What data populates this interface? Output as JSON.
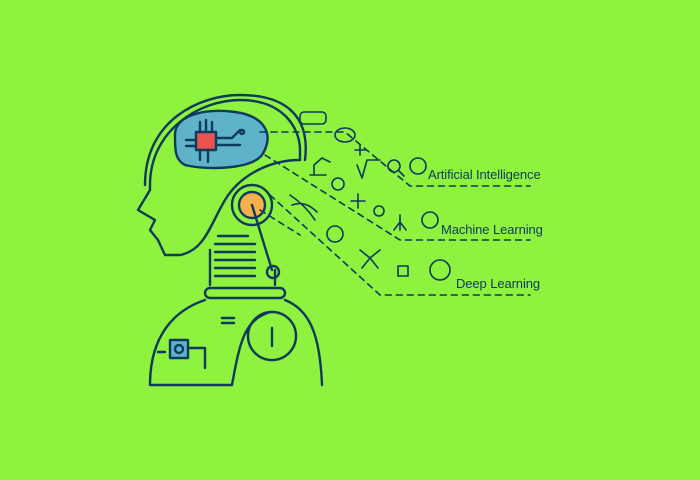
{
  "illustration": {
    "title": "AI head with circuit brain",
    "background_color": "#8ef23e",
    "stroke_color": "#0e3a5c",
    "brain_fill": "#5fb3c9",
    "chip_fill": "#e8524f",
    "eye_fill": "#f5b04a"
  },
  "categories": [
    {
      "label": "Artificial Intelligence",
      "icon": "ai-head-icon"
    },
    {
      "label": "Machine Learning",
      "icon": "gear-bulb-icon"
    },
    {
      "label": "Deep Learning",
      "icon": "neural-head-icon"
    }
  ],
  "floating_icons": [
    "chat-bubble-icon",
    "brain-icon",
    "plus-icon",
    "sqrt-icon",
    "magnifier-icon",
    "robot-arm-icon",
    "gear-icon",
    "dna-icon",
    "plus-icon",
    "target-icon",
    "network-tree-icon",
    "fingerprint-icon",
    "molecule-icon",
    "chip-icon",
    "user-icon"
  ]
}
